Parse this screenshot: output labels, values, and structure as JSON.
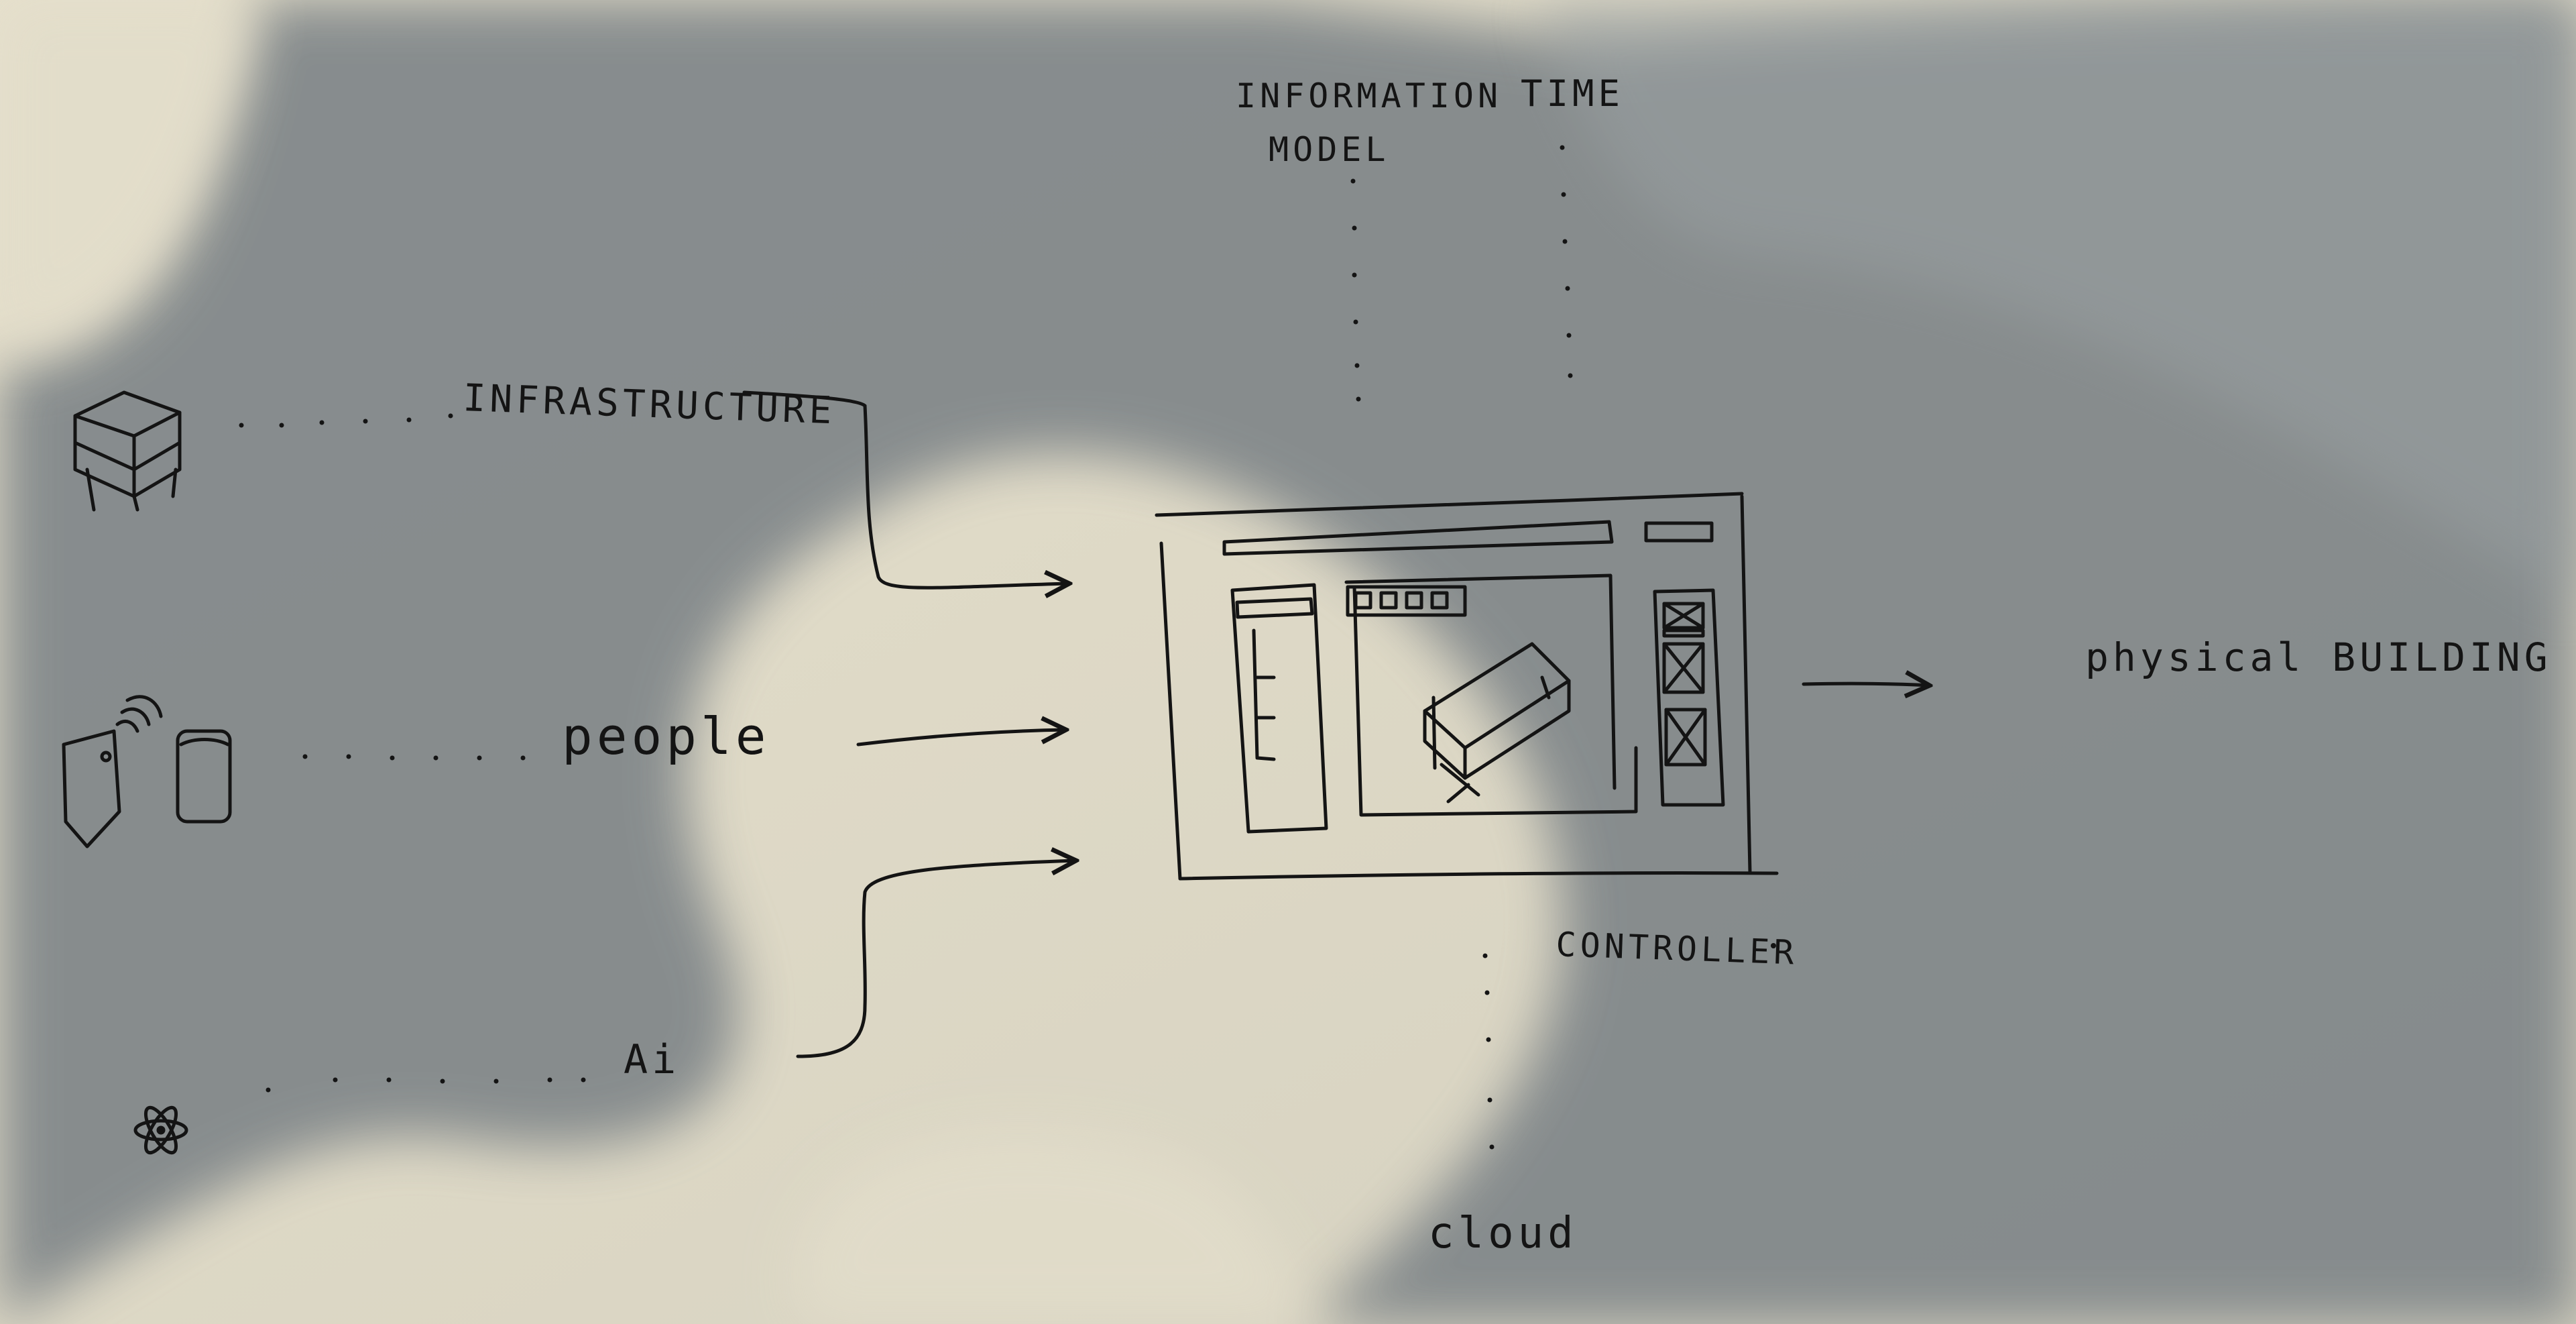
{
  "labels": {
    "infrastructure": "INFRASTRUCTURE",
    "people": "people",
    "ai": "Ai",
    "information_model_line1": "INFORMATION",
    "information_model_line2": "MODEL",
    "time": "TIME",
    "controller": "CONTROLLER",
    "cloud": "cloud",
    "physical_building": "physical BUILDING"
  },
  "colors": {
    "paper": "#ded9c6",
    "shadow": "#7f8589",
    "ink": "#141414"
  },
  "icons": {
    "infrastructure": "building-frame-icon",
    "people": "phone-devices-icon",
    "ai": "atom-icon",
    "center": "controller-screen-sketch"
  }
}
